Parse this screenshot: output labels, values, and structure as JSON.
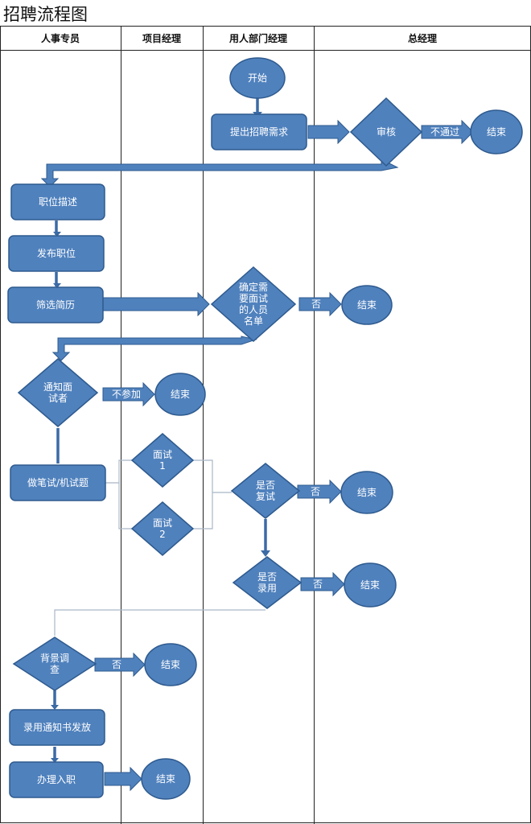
{
  "title": "招聘流程图",
  "colors": {
    "node_fill": "#4F81BD",
    "node_stroke": "#2E5A8E",
    "text": "#FFFFFF",
    "connector": "#A9B7C6"
  },
  "lanes": [
    "人事专员",
    "项目经理",
    "用人部门经理",
    "总经理"
  ],
  "nodes": {
    "start": [
      "开始"
    ],
    "request": [
      "提出招聘需求"
    ],
    "review": [
      "审核"
    ],
    "end_review": [
      "结束"
    ],
    "job_desc": [
      "职位描述"
    ],
    "publish": [
      "发布职位"
    ],
    "screen": [
      "筛选简历"
    ],
    "confirm_list": [
      "确定需",
      "要面试",
      "的人员",
      "名单"
    ],
    "end_list": [
      "结束"
    ],
    "notify": [
      "通知面",
      "试者"
    ],
    "end_notify": [
      "结束"
    ],
    "written_test": [
      "做笔试/机试题"
    ],
    "interview1": [
      "面试",
      "1"
    ],
    "interview2": [
      "面试",
      "2"
    ],
    "retest": [
      "是否",
      "复试"
    ],
    "end_retest": [
      "结束"
    ],
    "hire": [
      "是否",
      "录用"
    ],
    "end_hire": [
      "结束"
    ],
    "background": [
      "背景调",
      "查"
    ],
    "end_background": [
      "结束"
    ],
    "offer": [
      "录用通知书发放"
    ],
    "onboard": [
      "办理入职"
    ],
    "end_onboard": [
      "结束"
    ]
  },
  "edge_labels": {
    "not_passed": "不通过",
    "no_list": "否",
    "not_attend": "不参加",
    "no_retest": "否",
    "no_hire": "否",
    "no_background": "否"
  }
}
